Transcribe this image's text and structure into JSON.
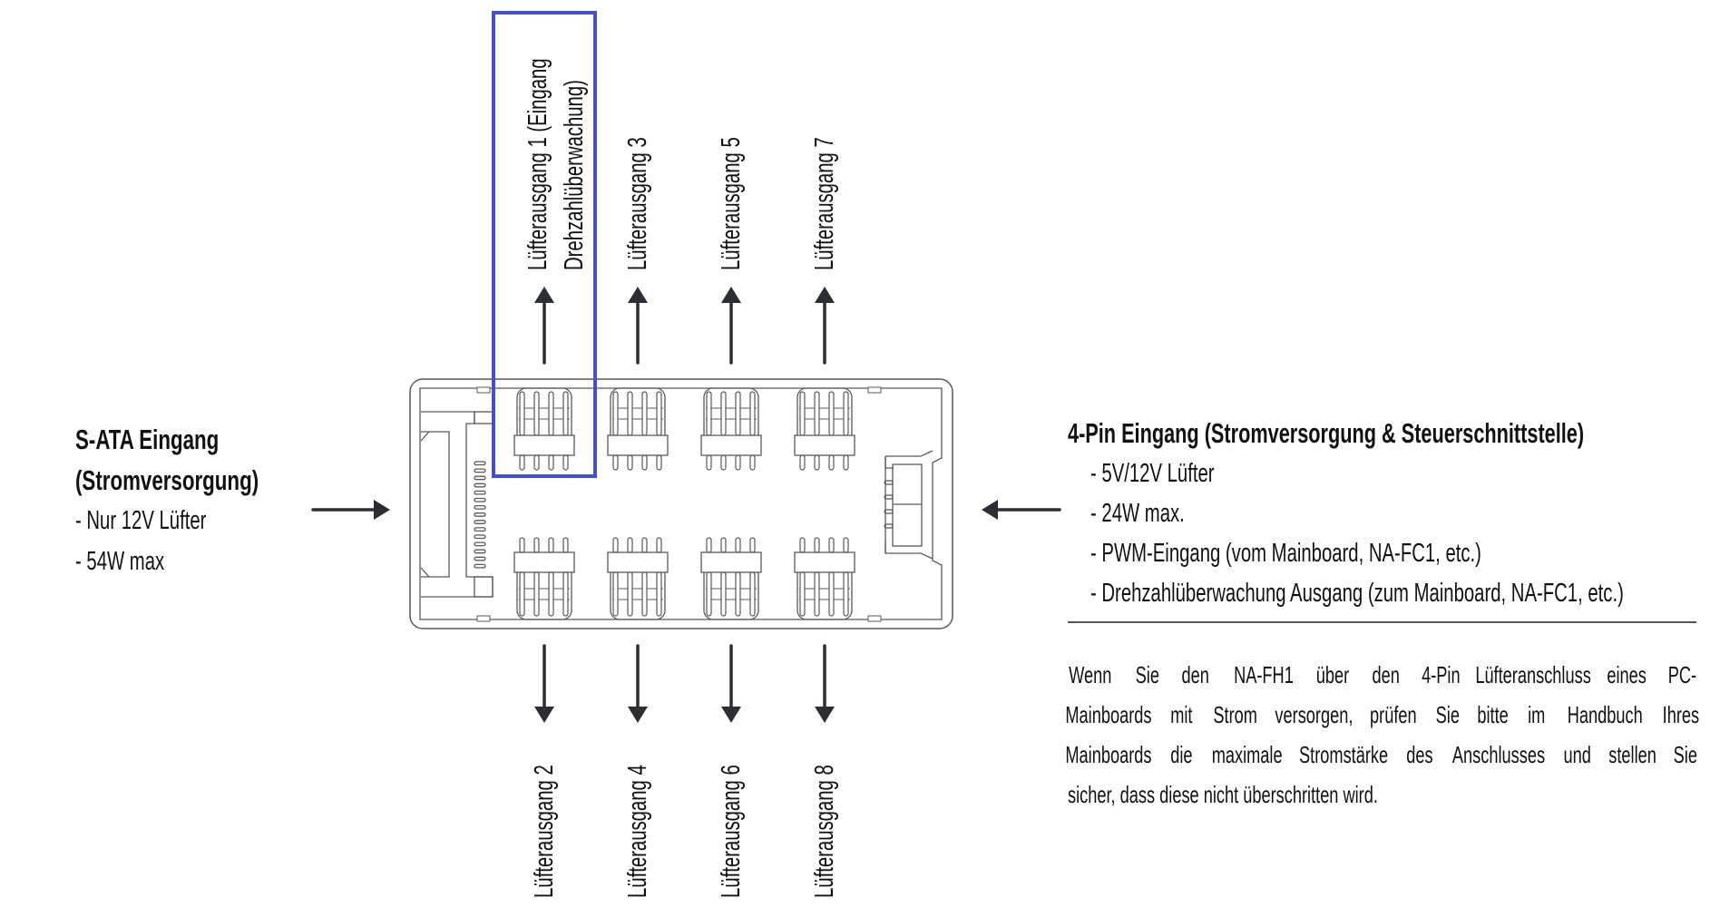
{
  "outputs_top": [
    {
      "id": 1,
      "label": "Lüfterausgang 1 (Eingang",
      "label_line2": "Drehzahlüberwachung)",
      "highlighted": true
    },
    {
      "id": 3,
      "label": "Lüfterausgang 3"
    },
    {
      "id": 5,
      "label": "Lüfterausgang 5"
    },
    {
      "id": 7,
      "label": "Lüfterausgang 7"
    }
  ],
  "outputs_bottom": [
    {
      "id": 2,
      "label": "Lüfterausgang 2"
    },
    {
      "id": 4,
      "label": "Lüfterausgang 4"
    },
    {
      "id": 6,
      "label": "Lüfterausgang 6"
    },
    {
      "id": 8,
      "label": "Lüfterausgang 8"
    }
  ],
  "sata_input": {
    "title_line1": "S-ATA Eingang",
    "title_line2": "(Stromversorgung)",
    "items": [
      "- Nur 12V Lüfter",
      "- 54W max"
    ]
  },
  "pin_input": {
    "title": "4-Pin Eingang (Stromversorgung & Steuerschnittstelle)",
    "items": [
      "- 5V/12V Lüfter",
      "- 24W max.",
      "- PWM-Eingang (vom Mainboard, NA-FC1, etc.)",
      "- Drehzahlüberwachung Ausgang (zum Mainboard, NA-FC1, etc.)"
    ]
  },
  "note": {
    "lines": [
      "Wenn Sie den NA-FH1 über den 4-Pin Lüfteranschluss eines PC-",
      "Mainboards mit Strom versorgen, prüfen Sie bitte im Handbuch Ihres",
      "Mainboards die maximale Stromstärke des Anschlusses und stellen Sie",
      "sicher, dass diese nicht überschritten wird."
    ]
  },
  "colors": {
    "highlight": "#4450c8",
    "arrow": "#2b2e33",
    "outline": "#555a5f",
    "text": "#111111"
  }
}
